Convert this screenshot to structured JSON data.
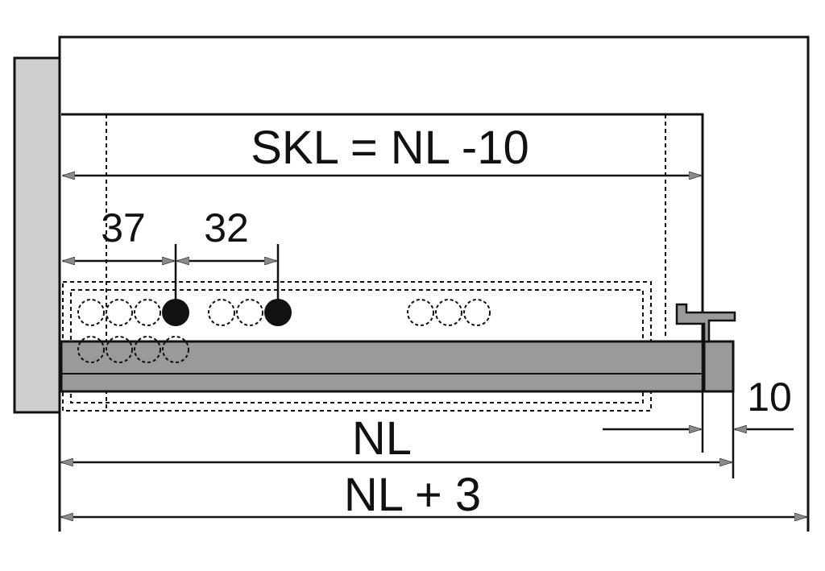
{
  "labels": {
    "skl": "SKL = NL -10",
    "offset_first": "37",
    "hole_pitch": "32",
    "rear_gap": "10",
    "nl": "NL",
    "nl_plus": "NL + 3"
  },
  "colors": {
    "line": "#111111",
    "rail_fill": "#9a9a9a",
    "front_panel": "#cfcfcf",
    "arrowhead": "#8a8a8a",
    "background": "#ffffff"
  }
}
